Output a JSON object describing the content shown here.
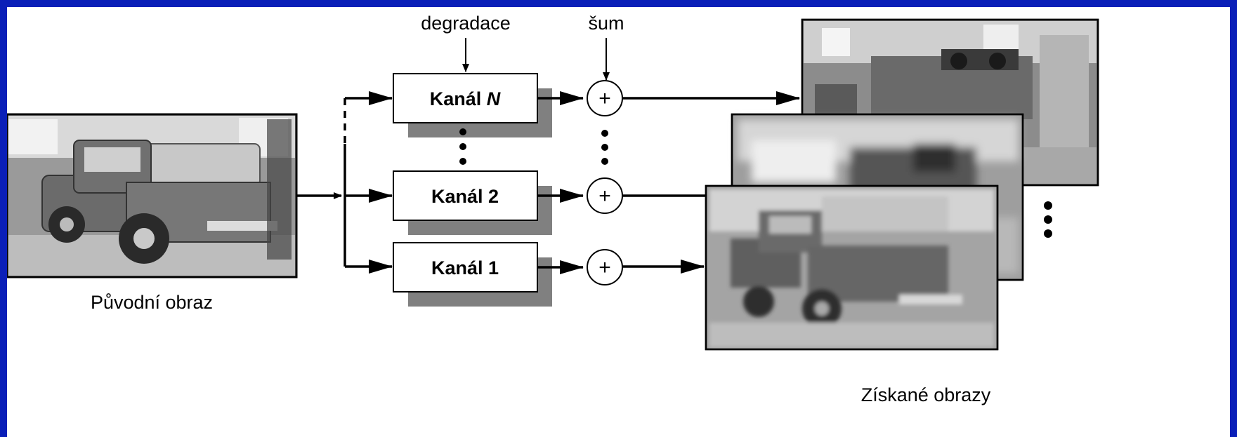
{
  "labels": {
    "degradation": "degradace",
    "noise": "šum",
    "original": "Původní obraz",
    "acquired": "Získané obrazy"
  },
  "channels": [
    {
      "name": "Kanál",
      "suffix": "N"
    },
    {
      "name": "Kanál 2",
      "suffix": ""
    },
    {
      "name": "Kanál 1",
      "suffix": ""
    }
  ],
  "adder_symbol": "+",
  "colors": {
    "frame": "#0a1fb8",
    "shadow": "#808080",
    "line": "#000000"
  }
}
